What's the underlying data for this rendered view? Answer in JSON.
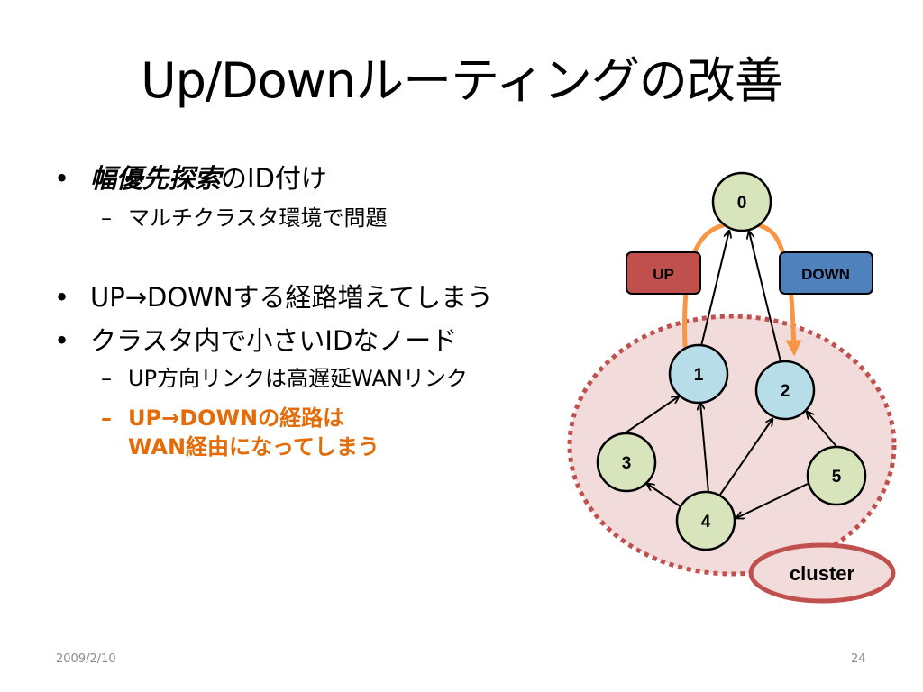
{
  "slide": {
    "title": "Up/Downルーティングの改善",
    "date": "2009/2/10",
    "page_number": "24"
  },
  "bullets": {
    "item1": {
      "emphasis": "幅優先探索",
      "rest": "のID付け"
    },
    "item1_sub1": "マルチクラスタ環境で問題",
    "item2": "UP→DOWNする経路増えてしまう",
    "item3": "クラスタ内で小さいIDなノード",
    "item3_sub1": "UP方向リンクは高遅延WANリンク",
    "item3_sub2": {
      "line1": "UP→DOWNの経路は",
      "line2": "WAN経由になってしまう"
    }
  },
  "diagram": {
    "nodes": [
      "0",
      "1",
      "2",
      "3",
      "4",
      "5"
    ],
    "label_up": "UP",
    "label_down": "DOWN",
    "cluster_label": "cluster",
    "colors": {
      "node_top": "#b6dde8",
      "node_bottom": "#d7e4bc",
      "cluster_fill": "#f2dcdb",
      "cluster_border": "#c0504d",
      "up_box": "#c0504d",
      "down_box": "#4f81bd",
      "path_arrow": "#f79646"
    }
  },
  "glyphs": {
    "bullet": "•",
    "dash": "–"
  }
}
